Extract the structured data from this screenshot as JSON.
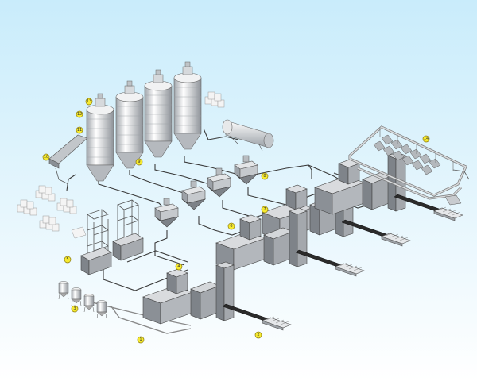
{
  "diagram": {
    "callouts": [
      "1",
      "2",
      "3",
      "4",
      "5",
      "6",
      "7",
      "8",
      "9",
      "10",
      "11",
      "12",
      "13",
      "14"
    ]
  },
  "icons": {
    "silo": "storage-silo-icon",
    "tanker": "tanker-truck-icon",
    "hopper": "weigh-hopper-icon",
    "line": "production-line-icon",
    "conveyor": "spiral-conveyor-icon"
  },
  "colors": {
    "background_top": "#c9ecfb",
    "background_bottom": "#ffffff",
    "callout": "#f6ea2f",
    "machinery": "#c9ccd0"
  }
}
